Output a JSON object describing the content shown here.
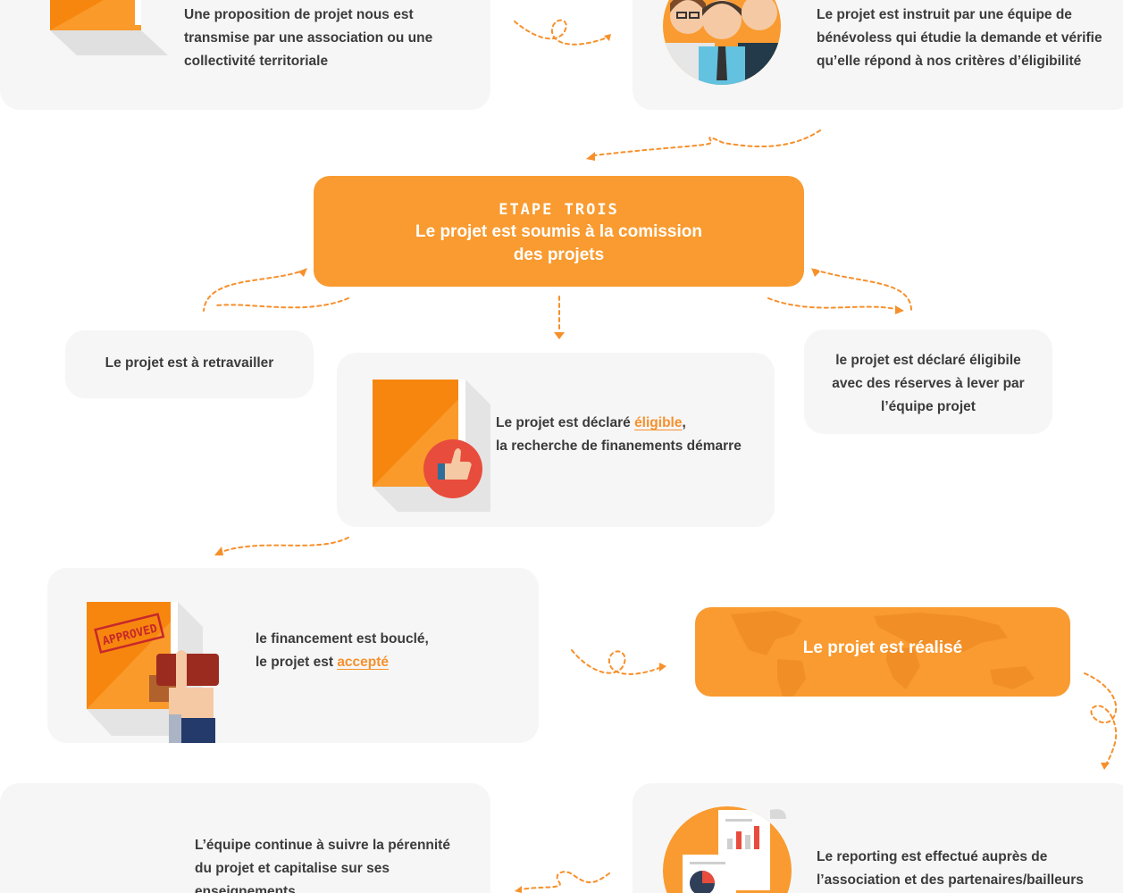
{
  "step1": {
    "text": "Une proposition de projet nous est transmise par une association ou une collectivité territoriale"
  },
  "step2": {
    "text": "Le projet est instruit par une équipe de bénévoless qui étudie la demande et vérifie qu’elle répond à nos critères d’éligibilité"
  },
  "step3": {
    "kicker": "ETAPE TROIS",
    "title_line1": "Le projet est soumis à la comission",
    "title_line2": "des projets"
  },
  "outcome_rework": {
    "text": "Le projet est à retravailler"
  },
  "outcome_eligible": {
    "line1_prefix": "Le projet est déclaré ",
    "line1_highlight": "éligible",
    "line1_suffix": ",",
    "line2": "la recherche de finanements démarre"
  },
  "outcome_reserves": {
    "text": "le projet est déclaré éligibile avec des réserves à lever par l’équipe projet"
  },
  "financing": {
    "line1": "le financement est bouclé,",
    "line2_prefix": "le projet est ",
    "line2_highlight": "accepté",
    "stamp": "APPROVED"
  },
  "realized": {
    "text": "Le projet est réalisé"
  },
  "followup": {
    "text": "L’équipe continue à suivre la pérennité du projet et capitalise sur ses enseignements"
  },
  "reporting": {
    "text": "Le reporting est effectué auprès de l’association et des partenaires/bailleurs"
  },
  "colors": {
    "accent": "#f99b30",
    "card": "#f6f6f6",
    "text": "#3b3b3b"
  }
}
